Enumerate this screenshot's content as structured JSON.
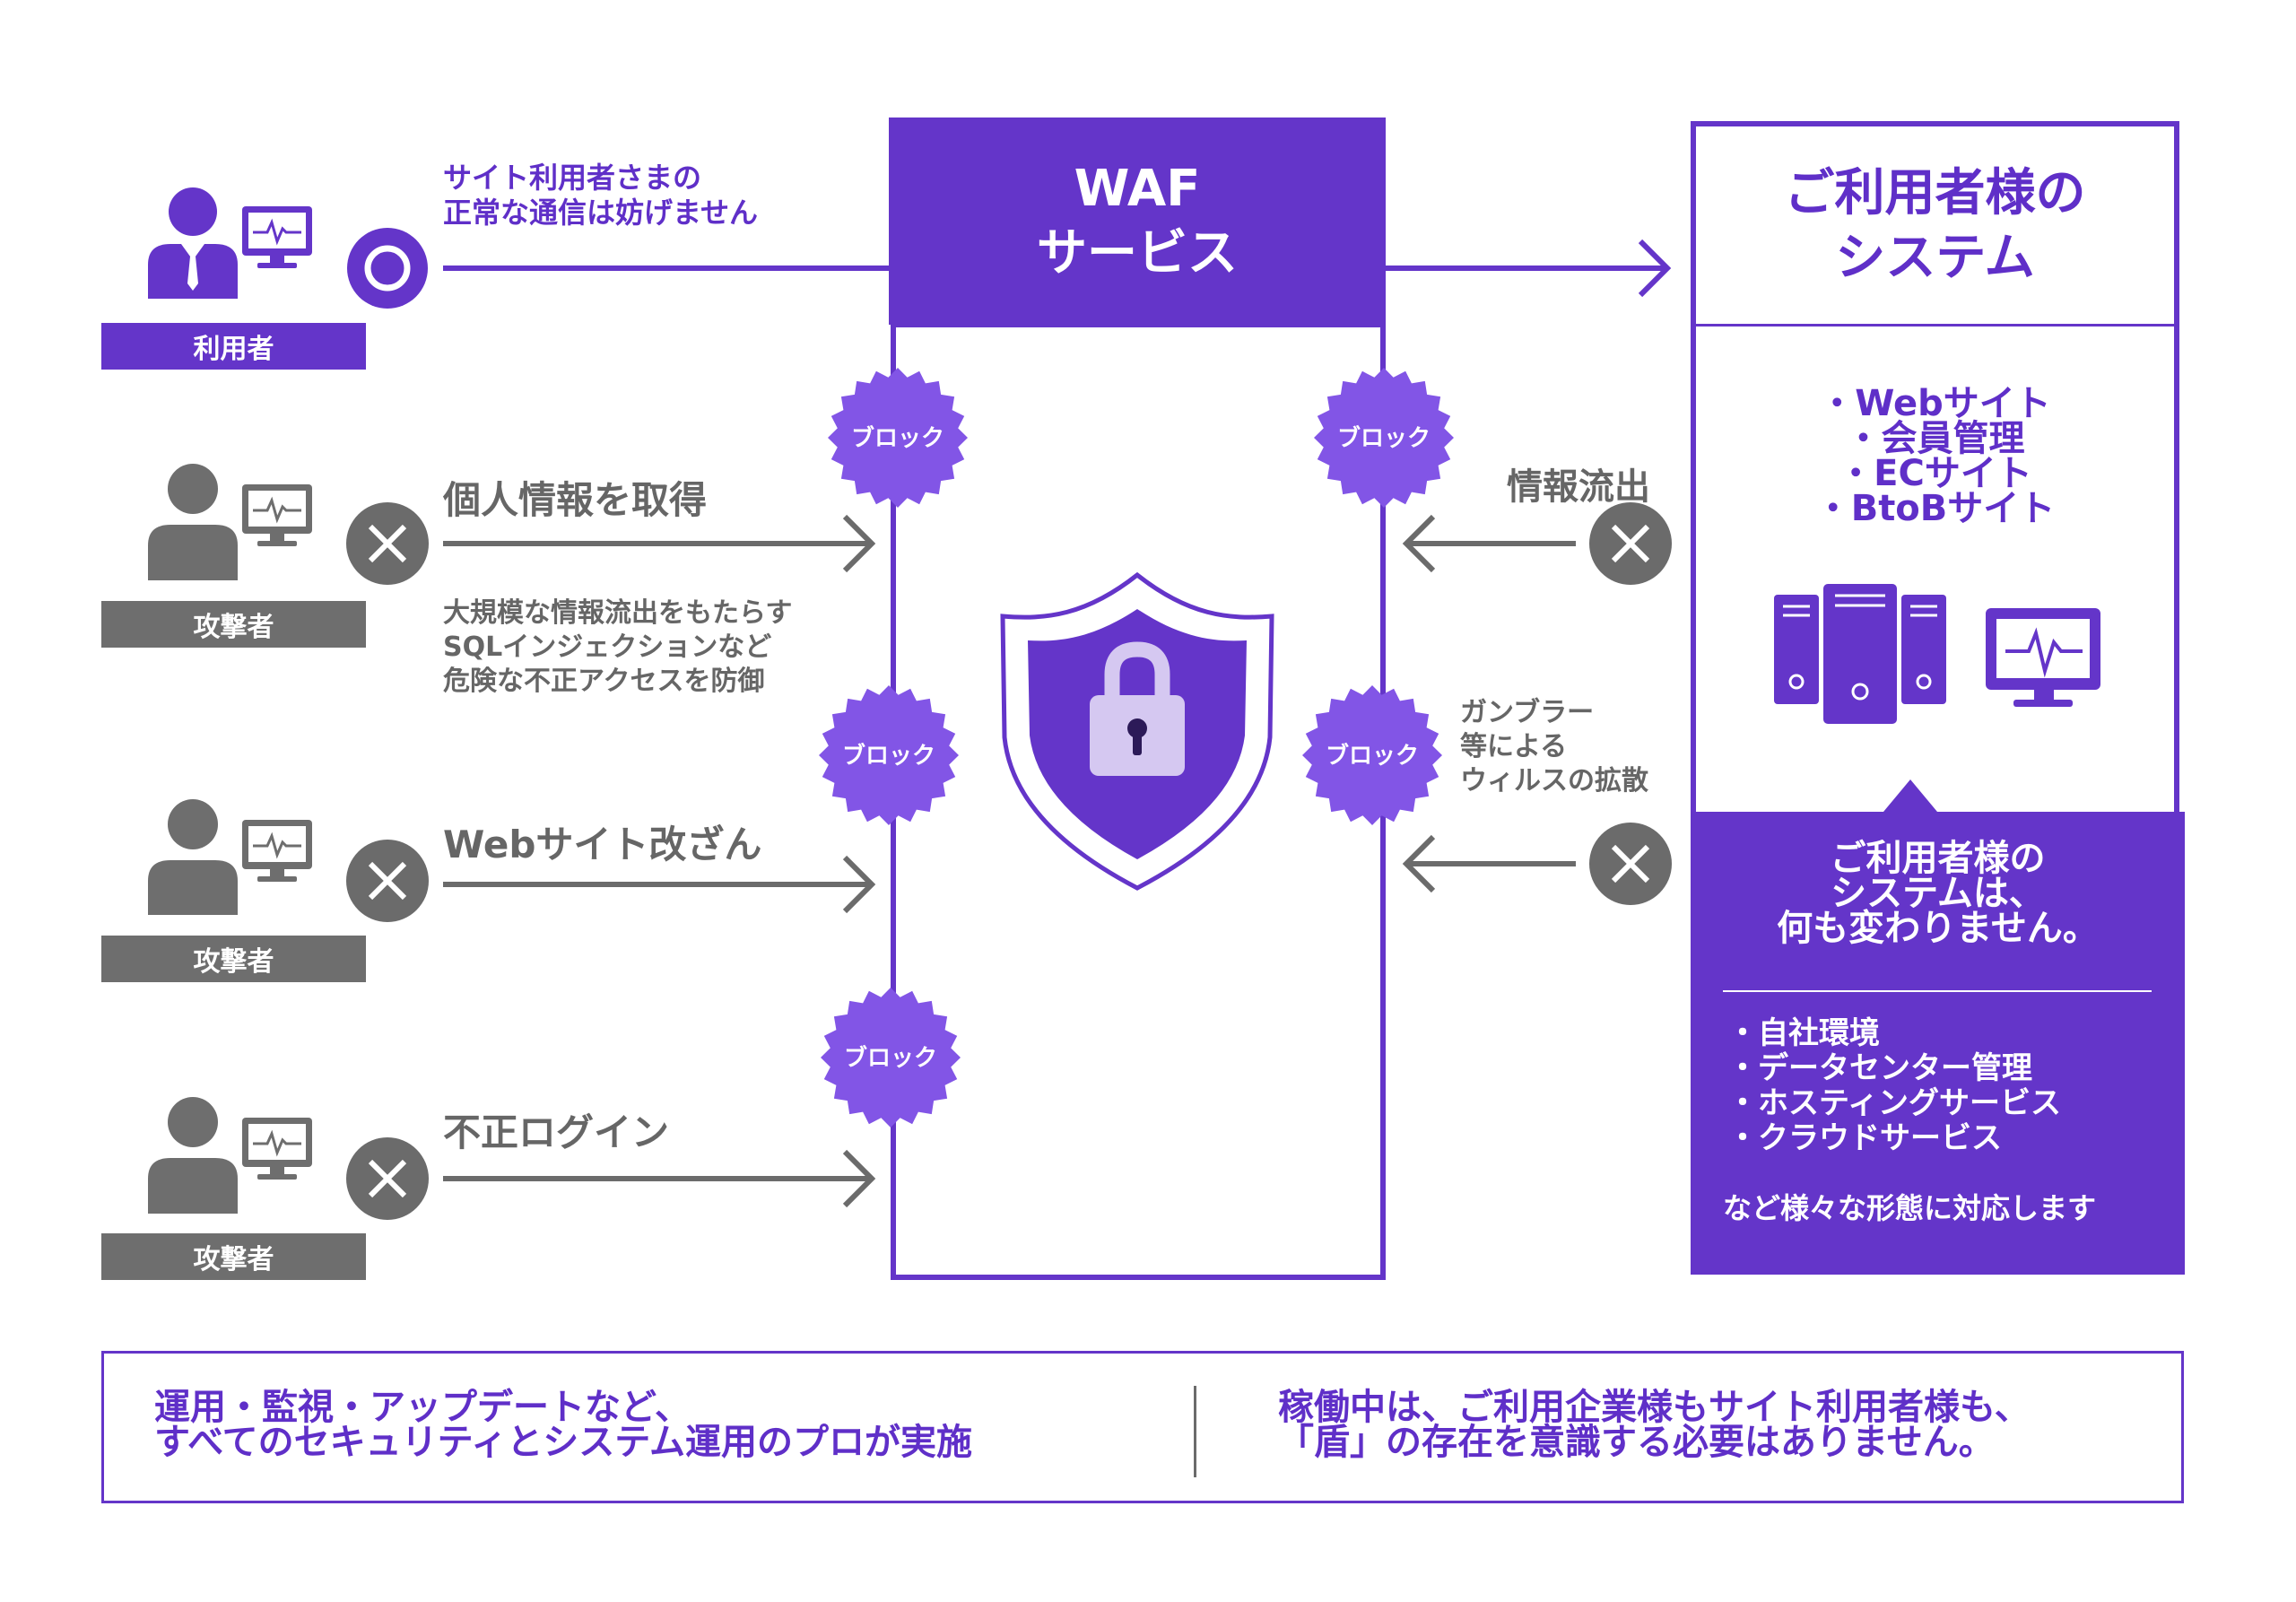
{
  "waf": {
    "line1": "WAF",
    "line2": "サービス"
  },
  "system": {
    "title_line1": "ご利用者様の",
    "title_line2": "システム",
    "services": [
      "・Webサイト",
      "・会員管理",
      "・ECサイト",
      "・BtoBサイト"
    ],
    "message": [
      "ご利用者様の",
      "システムは、",
      "何も変わりません。"
    ],
    "environments": [
      "・自社環境",
      "・データセンター管理",
      "・ホスティングサービス",
      "・クラウドサービス"
    ],
    "note": "など様々な形態に対応します"
  },
  "left": {
    "user_label": "利用者",
    "attacker_label": "攻撃者",
    "user_note_line1": "サイト利用者さまの",
    "user_note_line2": "正常な通信は妨げません",
    "attack1_title": "個人情報を取得",
    "attack1_desc": [
      "大規模な情報流出をもたらす",
      "SQLインジェクションなど",
      "危険な不正アクセスを防御"
    ],
    "attack2_title": "Webサイト改ざん",
    "attack3_title": "不正ログイン"
  },
  "right": {
    "attack1_title": "情報流出",
    "attack2_desc": [
      "ガンブラー",
      "等による",
      "ウィルスの拡散"
    ]
  },
  "badge_label": "ブロック",
  "footer": {
    "left": [
      "運用・監視・アップデートなど、",
      "すべてのセキュリティとシステム運用のプロが実施"
    ],
    "right": [
      "稼働中は、ご利用企業様もサイト利用者様も、",
      "「盾」の存在を意識する必要はありません。"
    ]
  },
  "colors": {
    "accent": "#6435c9",
    "badge": "#8255e6",
    "gray": "#6b6b6b",
    "lock_body": "#d5c8f1"
  },
  "icons": [
    "person-icon",
    "monitor-icon",
    "ok-circle-icon",
    "x-circle-icon",
    "shield-lock-icon",
    "server-icon",
    "arrow-icon"
  ]
}
